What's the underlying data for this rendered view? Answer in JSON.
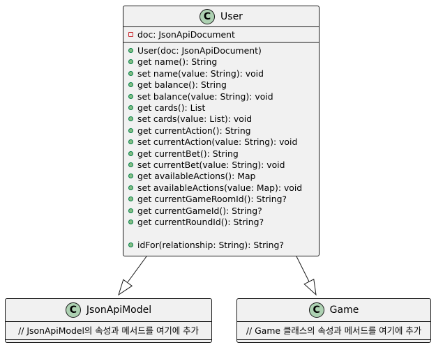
{
  "classes": {
    "user": {
      "stereotype_letter": "C",
      "name": "User",
      "fields": [
        {
          "visibility": "private",
          "text": "doc: JsonApiDocument"
        }
      ],
      "methods": [
        {
          "visibility": "public",
          "text": "User(doc: JsonApiDocument)"
        },
        {
          "visibility": "public",
          "text": "get name(): String"
        },
        {
          "visibility": "public",
          "text": "set name(value: String): void"
        },
        {
          "visibility": "public",
          "text": "get balance(): String"
        },
        {
          "visibility": "public",
          "text": "set balance(value: String): void"
        },
        {
          "visibility": "public",
          "text": "get cards(): List"
        },
        {
          "visibility": "public",
          "text": "set cards(value: List): void"
        },
        {
          "visibility": "public",
          "text": "get currentAction(): String"
        },
        {
          "visibility": "public",
          "text": "set currentAction(value: String): void"
        },
        {
          "visibility": "public",
          "text": "get currentBet(): String"
        },
        {
          "visibility": "public",
          "text": "set currentBet(value: String): void"
        },
        {
          "visibility": "public",
          "text": "get availableActions(): Map"
        },
        {
          "visibility": "public",
          "text": "set availableActions(value: Map): void"
        },
        {
          "visibility": "public",
          "text": "get currentGameRoomId(): String?"
        },
        {
          "visibility": "public",
          "text": "get currentGameId(): String?"
        },
        {
          "visibility": "public",
          "text": "get currentRoundId(): String?"
        },
        {
          "visibility": "none",
          "text": ""
        },
        {
          "visibility": "public",
          "text": "idFor(relationship: String): String?"
        }
      ]
    },
    "jsonapimodel": {
      "stereotype_letter": "C",
      "name": "JsonApiModel",
      "note": "// JsonApiModel의 속성과 메서드를 여기에 추가"
    },
    "game": {
      "stereotype_letter": "C",
      "name": "Game",
      "note": "// Game 클래스의 속성과 메서드를 여기에 추가"
    }
  },
  "relations": [
    {
      "from": "User",
      "to": "JsonApiModel",
      "type": "inheritance"
    },
    {
      "from": "User",
      "to": "Game",
      "type": "inheritance"
    }
  ],
  "colors": {
    "class_fill": "#f1f1f1",
    "border": "#181818",
    "stereotype_circle": "#add1b2",
    "private_marker": "#c82930",
    "public_marker": "#84be84"
  }
}
